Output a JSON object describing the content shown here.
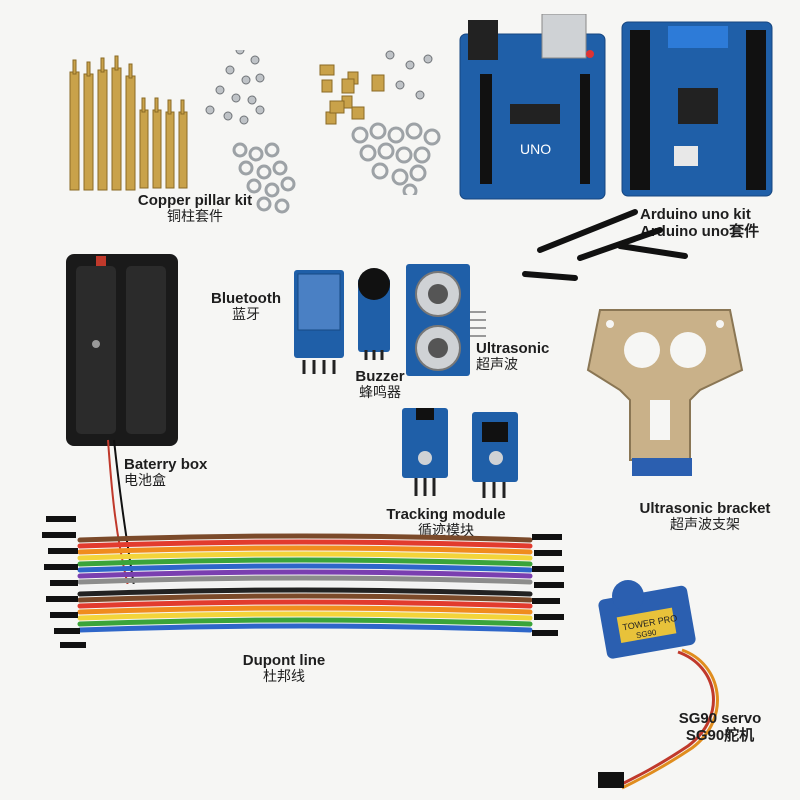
{
  "labels": {
    "copper": {
      "en": "Copper pillar kit",
      "cn": "铜柱套件"
    },
    "arduino": {
      "en": "Arduino uno kit",
      "cn": "Arduino uno套件"
    },
    "bluetooth": {
      "en": "Bluetooth",
      "cn": "蓝牙"
    },
    "ultrasonic": {
      "en": "Ultrasonic",
      "cn": "超声波"
    },
    "buzzer": {
      "en": "Buzzer",
      "cn": "蜂鸣器"
    },
    "battery": {
      "en": "Baterry box",
      "cn": "电池盒"
    },
    "tracking": {
      "en": "Tracking module",
      "cn": "循迹模块"
    },
    "bracket": {
      "en": "Ultrasonic bracket",
      "cn": "超声波支架"
    },
    "dupont": {
      "en": "Dupont line",
      "cn": "杜邦线"
    },
    "servo": {
      "en": "SG90 servo",
      "cn": "SG90舵机"
    }
  },
  "board_text": {
    "uno": "UNO",
    "servo_brand": "TOWER PRO",
    "servo_model": "SG90"
  },
  "colors": {
    "board_blue": "#1f5fa8",
    "brass": "#c9a24a",
    "battery_black": "#1a1a1a",
    "servo_blue": "#2b5fb0",
    "bracket_tan": "#c9b189"
  }
}
